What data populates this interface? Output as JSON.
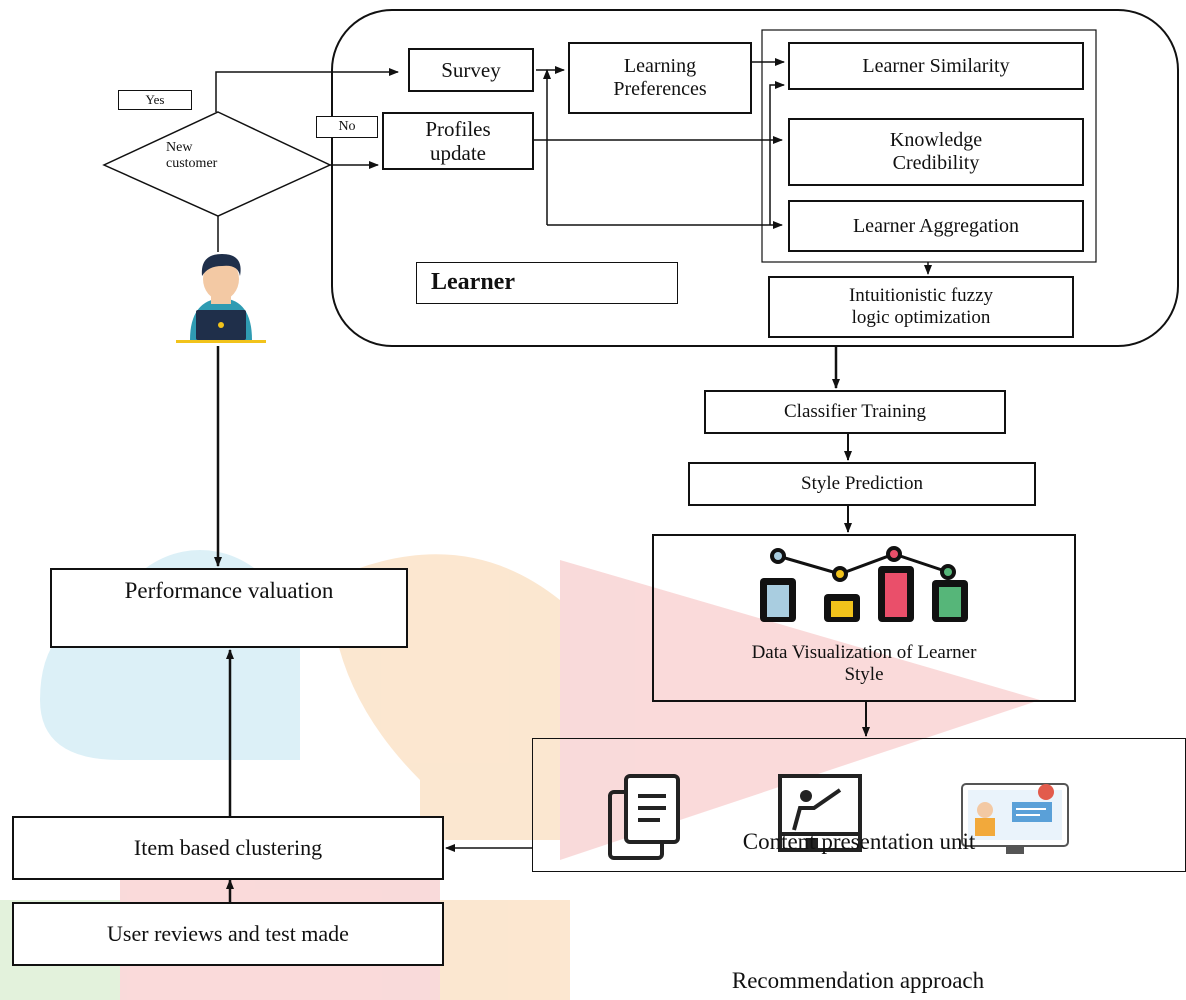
{
  "diagram": {
    "survey": "Survey",
    "learning_preferences": "Learning\nPreferences",
    "learner_similarity": "Learner Similarity",
    "knowledge_credibility": "Knowledge\nCredibility",
    "learner_aggregation": "Learner Aggregation",
    "profiles_update": "Profiles\nupdate",
    "yes": "Yes",
    "no": "No",
    "new_customer": "New\ncustomer",
    "learner": "Learner",
    "fuzzy": "Intuitionistic fuzzy\nlogic optimization",
    "classifier_training": "Classifier Training",
    "style_prediction": "Style Prediction",
    "data_visualization": "Data Visualization of Learner\nStyle",
    "performance_valuation": "Performance valuation",
    "item_based_clustering": "Item based clustering",
    "user_reviews": "User reviews and test made",
    "content_presentation": "Content presentation unit",
    "recommendation_approach": "Recommendation approach"
  },
  "colors": {
    "watermark_blue": "#d7eef6",
    "watermark_orange": "#fbe3c8",
    "watermark_red": "#f9d4d4",
    "watermark_green": "#dff0d6",
    "bar_blue": "#a9cde0",
    "bar_yellow": "#f2c31b",
    "bar_red": "#ea4f6a",
    "bar_green": "#56b679",
    "skin": "#f3c9a4",
    "shirt": "#2f9bb2"
  }
}
